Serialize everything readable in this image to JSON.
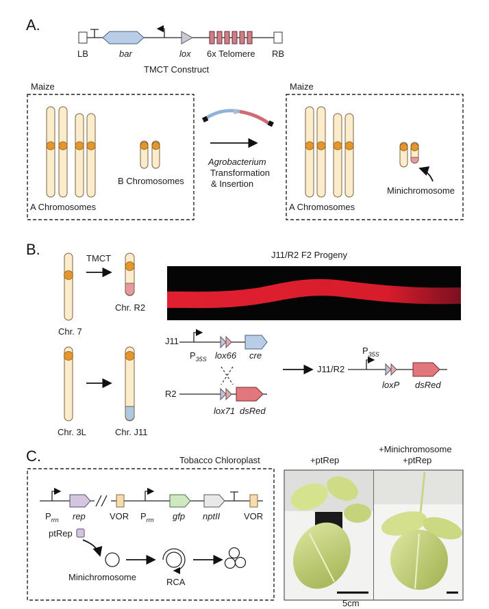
{
  "panel_a": {
    "letter": "A.",
    "construct": {
      "lb": "LB",
      "bar": "bar",
      "lox": "lox",
      "telomere": "6x Telomere",
      "rb": "RB",
      "title": "TMCT Construct"
    },
    "left_box": {
      "title": "Maize",
      "a_chrom": "A Chromosomes",
      "b_chrom": "B Chromosomes"
    },
    "middle": {
      "line1": "Agrobacterium",
      "line2": "Transformation",
      "line3": "& Insertion"
    },
    "right_box": {
      "title": "Maize",
      "a_chrom": "A Chromosomes",
      "mini": "Minichromosome"
    }
  },
  "panel_b": {
    "letter": "B.",
    "tmct": "TMCT",
    "chr7": "Chr. 7",
    "chrR2": "Chr. R2",
    "chr3l": "Chr. 3L",
    "chrJ11": "Chr. J11",
    "image_title": "J11/R2 F2 Progeny",
    "j11": "J11",
    "r2": "R2",
    "j11r2": "J11/R2",
    "p35s_main": "P",
    "p35s_sub": "35S",
    "lox66": "lox66",
    "cre": "cre",
    "lox71": "lox71",
    "dsred": "dsRed",
    "loxp": "loxP",
    "dsred2": "dsRed"
  },
  "panel_c": {
    "letter": "C.",
    "box_title": "Tobacco Chloroplast",
    "prrn_main": "P",
    "prrn_sub": "rrn",
    "rep": "rep",
    "vor": "VOR",
    "gfp": "gfp",
    "nptii": "nptII",
    "vor2": "VOR",
    "ptrep": "ptRep",
    "minichromosome": "Minichromosome",
    "rca": "RCA",
    "photo1_label": "+ptRep",
    "photo2_label_line1": "+Minichromosome",
    "photo2_label_line2": "+ptRep",
    "scale": "5cm"
  }
}
